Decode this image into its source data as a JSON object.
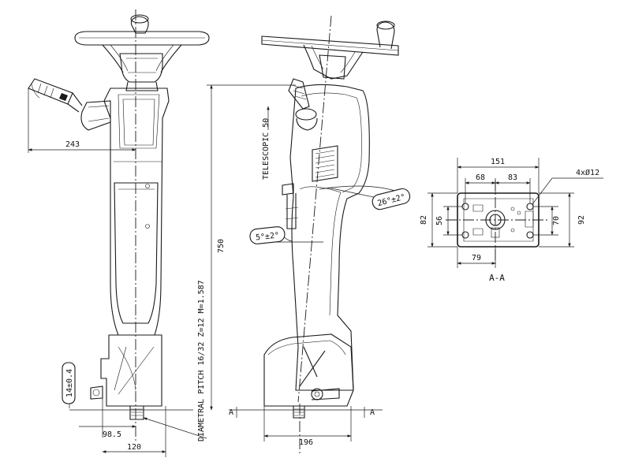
{
  "dimensions": {
    "front_offset_width": "243",
    "base_offset": "98.5",
    "base_width_front": "120",
    "base_width_side": "196",
    "column_height": "750",
    "mount_width": "151",
    "hole_spacing_x": "68",
    "hole_offset_x": "83",
    "mount_height_outer": "82",
    "hole_spacing_y": "56",
    "hole_offset_y": "70",
    "mount_depth": "92",
    "center_offset": "79",
    "holes": "4xØ12"
  },
  "annotations": {
    "telescopic": "TELESCOPIC 50",
    "diametral_pitch": "DIAMETRAL PITCH 16/32 Z=12 M=1.587",
    "tilt_angle": "26°±2°",
    "rake_angle": "5°±2°",
    "tolerance_box": "14±0.4",
    "section_label": "A-A",
    "section_marker_left": "A",
    "section_marker_right": "A"
  }
}
